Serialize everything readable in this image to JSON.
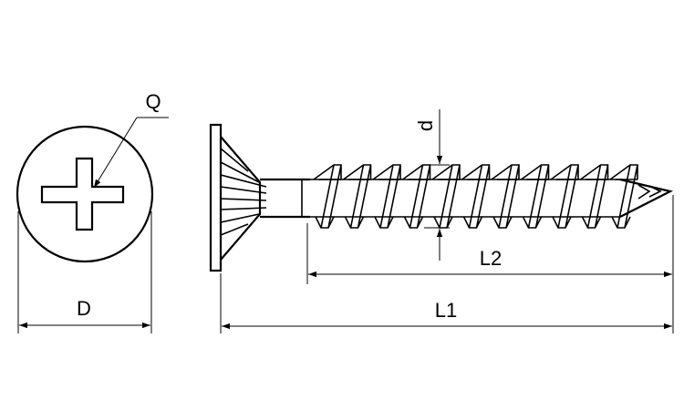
{
  "labels": {
    "head_diameter": "D",
    "recess": "Q",
    "total_length": "L1",
    "thread_length": "L2",
    "thread_diameter": "d"
  },
  "colors": {
    "line": "#000000",
    "background": "#ffffff"
  },
  "icons": {
    "recess": "phillips-cross-icon"
  }
}
